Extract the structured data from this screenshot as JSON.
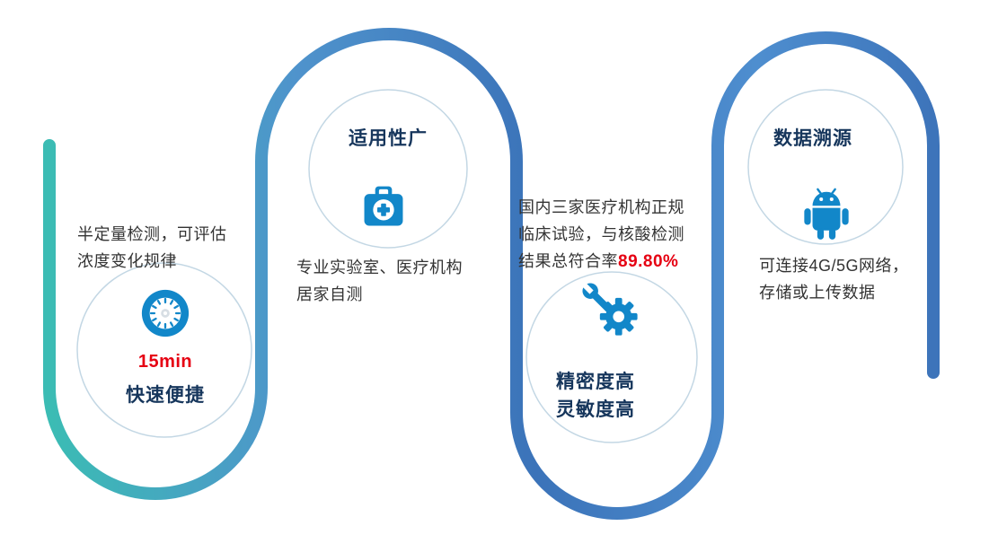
{
  "page": {
    "background": "#ffffff"
  },
  "colors": {
    "curve_teal": "#3BBCB4",
    "curve_blue": "#3D74BA",
    "icon_blue": "#1287C9",
    "title_color": "#16365C",
    "accent_red": "#E60012",
    "body_text": "#333333",
    "ring_color": "#C3D7E4"
  },
  "sections": [
    {
      "title": "快速便捷",
      "highlight": "15min",
      "description_lines": [
        "半定量检测，可评估",
        "浓度变化规律"
      ],
      "icon": "clock-icon"
    },
    {
      "title": "适用性广",
      "description_lines": [
        "专业实验室、医疗机构",
        "居家自测"
      ],
      "icon": "medical-kit-icon"
    },
    {
      "title_lines": [
        "精密度高",
        "灵敏度高"
      ],
      "description_lines": [
        "国内三家医疗机构正规",
        "临床试验，与核酸检测"
      ],
      "description_prefix": "结果总符合率",
      "highlight": "89.80%",
      "icon": "gear-wrench-icon"
    },
    {
      "title": "数据溯源",
      "description_lines": [
        "可连接4G/5G网络，",
        "存储或上传数据"
      ],
      "icon": "android-icon"
    }
  ]
}
